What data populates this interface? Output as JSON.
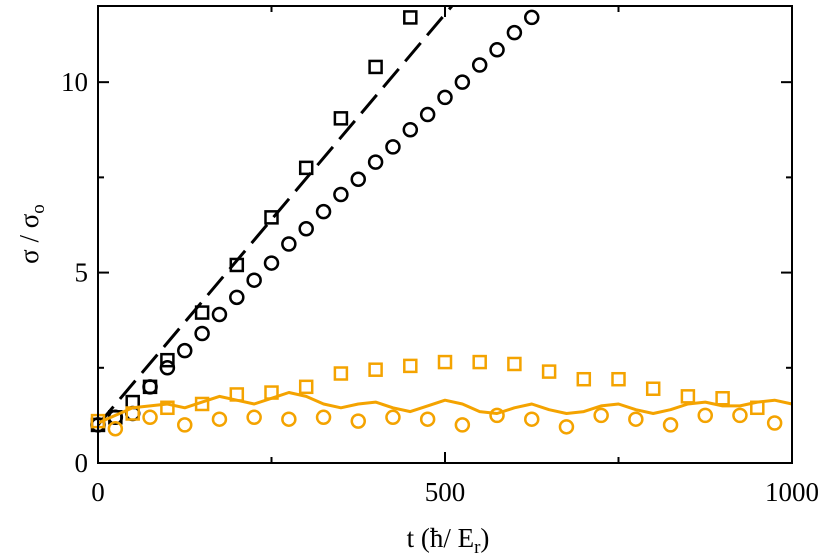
{
  "chart_data": {
    "type": "scatter",
    "title": "",
    "xlabel": {
      "main": "t (ħ/ E",
      "sub": "r",
      "end": ")"
    },
    "ylabel": {
      "main": "σ / σ",
      "sub": "o"
    },
    "xlim": [
      0,
      1000
    ],
    "ylim": [
      0,
      12
    ],
    "xticks": [
      "0",
      "500",
      "1000"
    ],
    "yticks": [
      "0",
      "5",
      "10"
    ],
    "grid": false,
    "legend": "none",
    "series": [
      {
        "marker": "square",
        "color": "#000000",
        "x": [
          0,
          25,
          50,
          75,
          100,
          150,
          200,
          250,
          300,
          350,
          400,
          450
        ],
        "y": [
          1.0,
          1.2,
          1.6,
          2.0,
          2.7,
          3.95,
          5.2,
          6.45,
          7.75,
          9.05,
          10.4,
          11.7
        ]
      },
      {
        "marker": "circle",
        "color": "#000000",
        "x": [
          0,
          25,
          50,
          75,
          100,
          125,
          150,
          175,
          200,
          225,
          250,
          275,
          300,
          325,
          350,
          375,
          400,
          425,
          450,
          475,
          500,
          525,
          550,
          575,
          600,
          625
        ],
        "y": [
          1.0,
          1.2,
          1.3,
          2.0,
          2.5,
          2.95,
          3.4,
          3.9,
          4.35,
          4.8,
          5.25,
          5.75,
          6.15,
          6.6,
          7.05,
          7.45,
          7.9,
          8.3,
          8.75,
          9.15,
          9.6,
          10.0,
          10.45,
          10.85,
          11.3,
          11.7
        ]
      },
      {
        "marker": "line-dashed",
        "color": "#000000",
        "x": [
          0,
          510
        ],
        "y": [
          1.0,
          12.0
        ]
      },
      {
        "marker": "square",
        "color": "#f4a300",
        "x": [
          0,
          50,
          100,
          150,
          200,
          250,
          300,
          350,
          400,
          450,
          500,
          550,
          600,
          650,
          700,
          750,
          800,
          850,
          900,
          950
        ],
        "y": [
          1.1,
          1.3,
          1.45,
          1.55,
          1.8,
          1.85,
          2.0,
          2.35,
          2.45,
          2.55,
          2.65,
          2.65,
          2.6,
          2.4,
          2.2,
          2.2,
          1.95,
          1.75,
          1.7,
          1.45
        ]
      },
      {
        "marker": "circle",
        "color": "#f4a300",
        "x": [
          25,
          75,
          125,
          175,
          225,
          275,
          325,
          375,
          425,
          475,
          525,
          575,
          625,
          675,
          725,
          775,
          825,
          875,
          925,
          975
        ],
        "y": [
          0.9,
          1.2,
          1.0,
          1.15,
          1.2,
          1.15,
          1.2,
          1.1,
          1.2,
          1.15,
          1.0,
          1.25,
          1.15,
          0.95,
          1.25,
          1.15,
          1.0,
          1.25,
          1.25,
          1.05
        ]
      },
      {
        "marker": "line-solid",
        "color": "#f4a300",
        "x": [
          0,
          25,
          50,
          75,
          100,
          125,
          150,
          175,
          200,
          225,
          250,
          275,
          300,
          325,
          350,
          375,
          400,
          425,
          450,
          475,
          500,
          525,
          550,
          575,
          600,
          625,
          650,
          675,
          700,
          725,
          750,
          775,
          800,
          825,
          850,
          875,
          900,
          925,
          950,
          975,
          1000
        ],
        "y": [
          1.05,
          1.25,
          1.45,
          1.5,
          1.55,
          1.45,
          1.6,
          1.75,
          1.65,
          1.55,
          1.7,
          1.85,
          1.75,
          1.55,
          1.45,
          1.55,
          1.6,
          1.45,
          1.35,
          1.5,
          1.65,
          1.55,
          1.35,
          1.3,
          1.45,
          1.55,
          1.4,
          1.3,
          1.35,
          1.5,
          1.55,
          1.4,
          1.3,
          1.4,
          1.55,
          1.6,
          1.5,
          1.5,
          1.6,
          1.65,
          1.55
        ]
      }
    ]
  }
}
